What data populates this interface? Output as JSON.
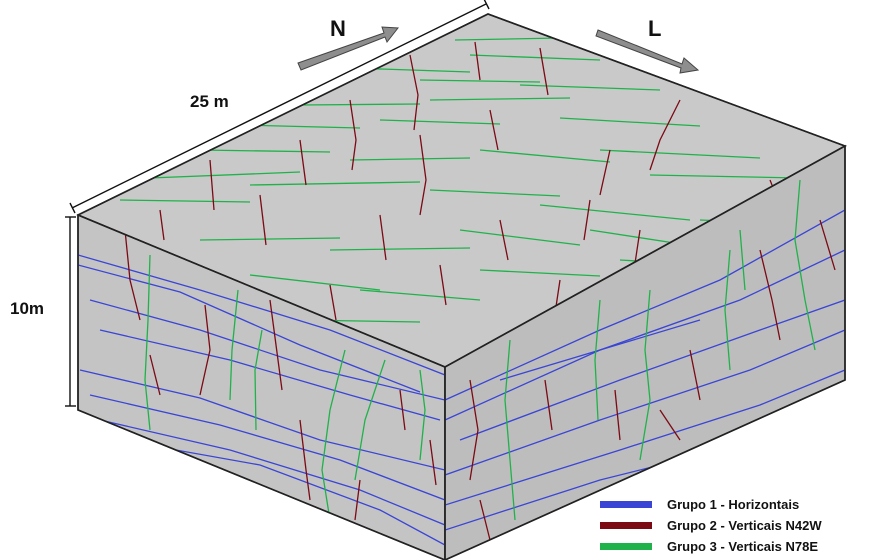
{
  "labels": {
    "north": "N",
    "east": "L",
    "length": "25 m",
    "height": "10m"
  },
  "legend": [
    {
      "label": "Grupo 1 - Horizontais",
      "color": "#3a45d6"
    },
    {
      "label": "Grupo 2 - Verticais  N42W",
      "color": "#7c0a14"
    },
    {
      "label": "Grupo 3 - Verticais  N78E",
      "color": "#1fb24a"
    }
  ],
  "colors": {
    "top_face": "#c9c9c9",
    "front_face": "#c4c4c4",
    "right_face": "#bdbdbd",
    "arrow": "#8e8e8e",
    "horizontal_fractures": "#3a45d6",
    "n42w_fractures": "#7c0a14",
    "n78e_fractures": "#1fb24a"
  }
}
